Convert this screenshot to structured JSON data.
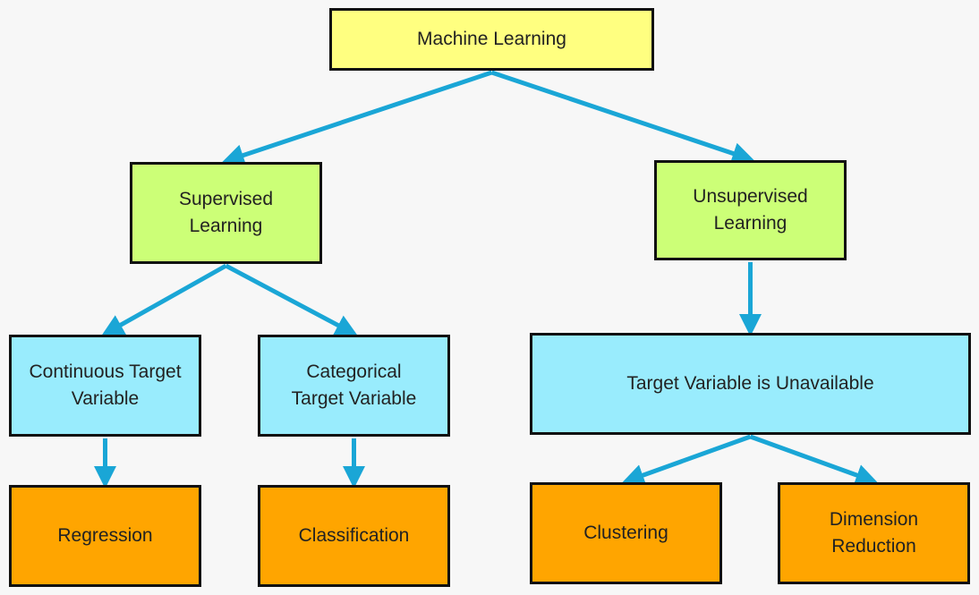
{
  "colors": {
    "root": "#ffff80",
    "level1": "#ccff77",
    "level2": "#99ecfd",
    "level3": "#ffa500",
    "arrow": "#1aa6d6",
    "border": "#111111",
    "background": "#f7f7f7"
  },
  "nodes": {
    "machine_learning": "Machine Learning",
    "supervised": "Supervised\nLearning",
    "unsupervised": "Unsupervised\nLearning",
    "continuous": "Continuous Target\nVariable",
    "categorical": "Categorical\nTarget Variable",
    "unavailable": "Target Variable is Unavailable",
    "regression": "Regression",
    "classification": "Classification",
    "clustering": "Clustering",
    "dimension_reduction": "Dimension\nReduction"
  },
  "edges": [
    {
      "from": "machine_learning",
      "to": "supervised"
    },
    {
      "from": "machine_learning",
      "to": "unsupervised"
    },
    {
      "from": "supervised",
      "to": "continuous"
    },
    {
      "from": "supervised",
      "to": "categorical"
    },
    {
      "from": "unsupervised",
      "to": "unavailable"
    },
    {
      "from": "continuous",
      "to": "regression"
    },
    {
      "from": "categorical",
      "to": "classification"
    },
    {
      "from": "unavailable",
      "to": "clustering"
    },
    {
      "from": "unavailable",
      "to": "dimension_reduction"
    }
  ]
}
